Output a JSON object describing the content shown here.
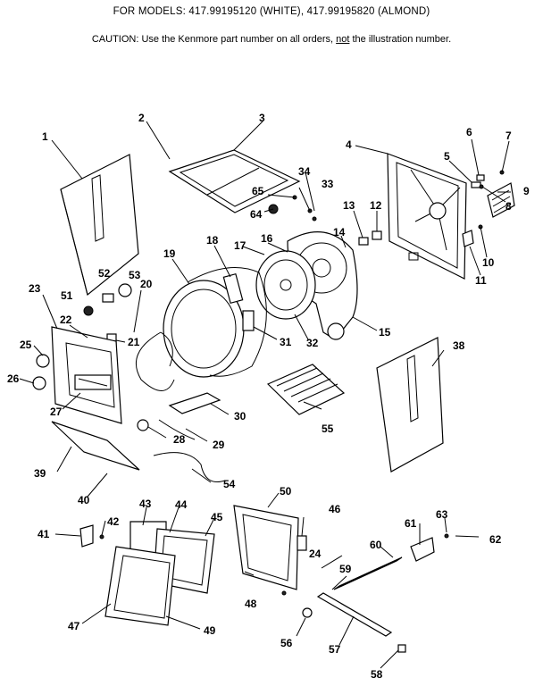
{
  "header": {
    "models": "FOR MODELS:  417.99195120 (WHITE), 417.99195820 (ALMOND)",
    "caution_prefix": "CAUTION:  Use the Kenmore part number on all orders, ",
    "caution_emph": "not",
    "caution_suffix": " the illustration number."
  },
  "callouts": [
    "1",
    "2",
    "3",
    "4",
    "5",
    "6",
    "7",
    "8",
    "9",
    "10",
    "11",
    "12",
    "13",
    "14",
    "15",
    "16",
    "17",
    "18",
    "19",
    "20",
    "21",
    "22",
    "23",
    "24",
    "25",
    "26",
    "27",
    "28",
    "29",
    "30",
    "31",
    "32",
    "33",
    "34",
    "38",
    "39",
    "40",
    "41",
    "42",
    "43",
    "44",
    "45",
    "46",
    "47",
    "48",
    "49",
    "50",
    "51",
    "52",
    "53",
    "54",
    "55",
    "56",
    "57",
    "58",
    "59",
    "60",
    "61",
    "62",
    "63",
    "64",
    "65"
  ]
}
